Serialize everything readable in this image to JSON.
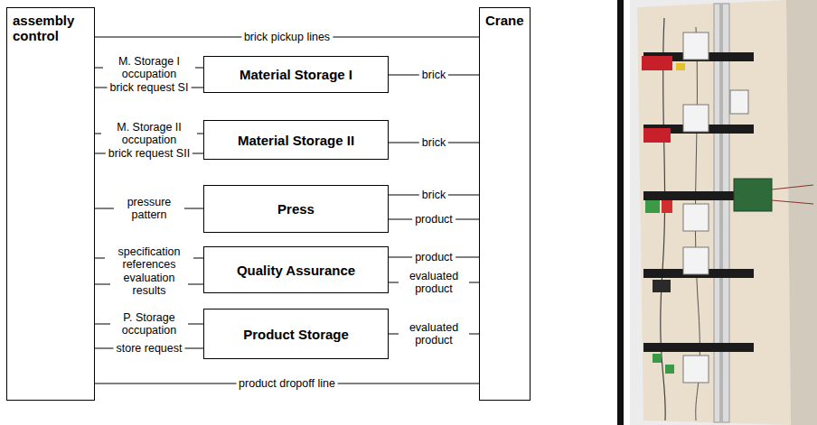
{
  "diagram": {
    "nodes": [
      {
        "text": [
          "assembly control"
        ]
      },
      {
        "text": [
          "Crane"
        ]
      },
      {
        "text": [
          "Material Storage I"
        ]
      },
      {
        "text": [
          "Material Storage II"
        ]
      },
      {
        "text": [
          "Press"
        ]
      },
      {
        "text": [
          "Quality Assurance"
        ]
      },
      {
        "text": [
          "Product Storage"
        ]
      }
    ],
    "edges": [
      {
        "from": 0,
        "to": 1,
        "arrow": "none",
        "label": "brick pickup lines"
      },
      {
        "from": 0,
        "to": 2,
        "arrow": "none",
        "label": "M. Storage I occupation"
      },
      {
        "from": 0,
        "to": 2,
        "arrow": "none",
        "label": "brick request SI"
      },
      {
        "from": 2,
        "to": 1,
        "arrow": "none",
        "label": "brick"
      },
      {
        "from": 0,
        "to": 3,
        "arrow": "none",
        "label": "M. Storage II occupation"
      },
      {
        "from": 0,
        "to": 3,
        "arrow": "none",
        "label": "brick request SII"
      },
      {
        "from": 3,
        "to": 1,
        "arrow": "none",
        "label": "brick"
      },
      {
        "from": 0,
        "to": 4,
        "arrow": "none",
        "label": "pressure pattern"
      },
      {
        "from": 4,
        "to": 1,
        "arrow": "none",
        "label": "brick"
      },
      {
        "from": 4,
        "to": 1,
        "arrow": "none",
        "label": "product"
      },
      {
        "from": 0,
        "to": 5,
        "arrow": "none",
        "label": "specification references"
      },
      {
        "from": 0,
        "to": 5,
        "arrow": "none",
        "label": "evaluation results"
      },
      {
        "from": 5,
        "to": 1,
        "arrow": "none",
        "label": "product"
      },
      {
        "from": 5,
        "to": 1,
        "arrow": "none",
        "label": "evaluated product"
      },
      {
        "from": 0,
        "to": 6,
        "arrow": "none",
        "label": "P. Storage occupation"
      },
      {
        "from": 0,
        "to": 6,
        "arrow": "none",
        "label": "store request"
      },
      {
        "from": 6,
        "to": 1,
        "arrow": "none",
        "label": "evaluated product"
      },
      {
        "from": 0,
        "to": 1,
        "arrow": "none",
        "label": "product dropoff line"
      }
    ]
  }
}
